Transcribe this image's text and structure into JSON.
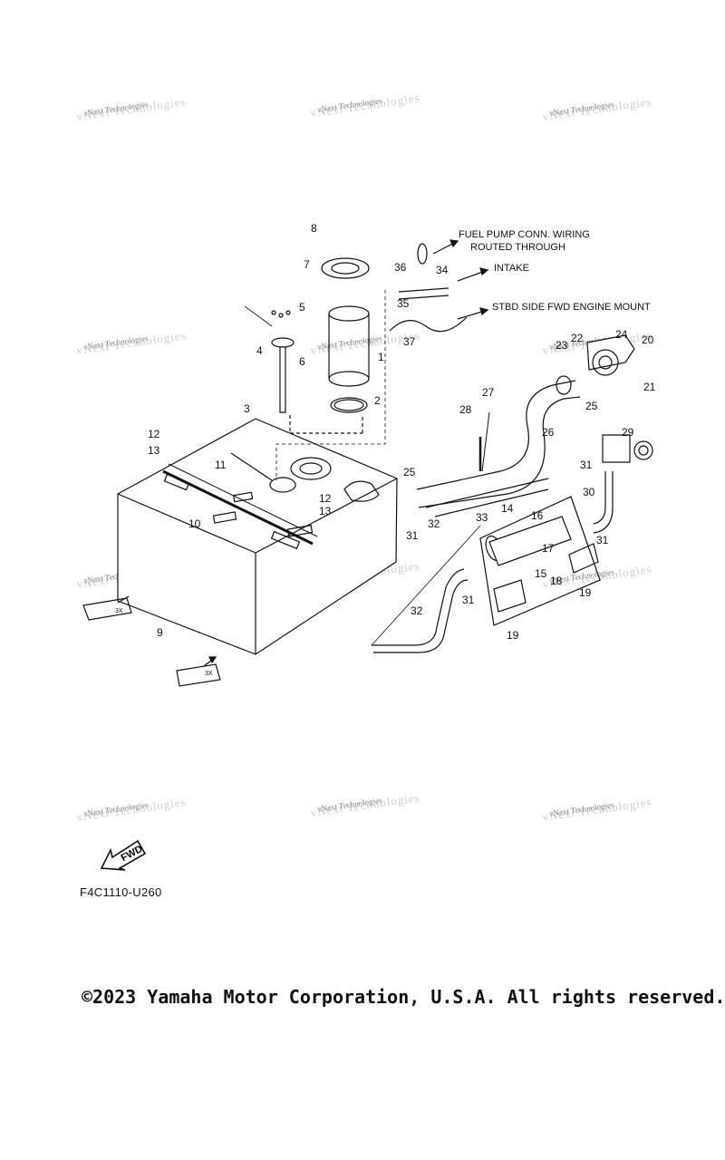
{
  "watermark": "vNext Technologies",
  "annotations": {
    "fuel_pump_wiring_line1": "FUEL PUMP CONN. WIRING",
    "fuel_pump_wiring_line2": "ROUTED THROUGH",
    "intake": "INTAKE",
    "stbd_mount": "STBD SIDE FWD ENGINE MOUNT",
    "qty_3x_a": "3X",
    "qty_3x_b": "3X"
  },
  "fwd_label": "FWD",
  "diagram_code": "F4C1110-U260",
  "copyright": "©2023 Yamaha Motor Corporation, U.S.A. All rights reserved.",
  "callouts": [
    "1",
    "2",
    "3",
    "4",
    "5",
    "6",
    "7",
    "8",
    "9",
    "10",
    "11",
    "12",
    "13",
    "12",
    "13",
    "14",
    "15",
    "16",
    "17",
    "18",
    "19",
    "19",
    "20",
    "21",
    "22",
    "23",
    "24",
    "25",
    "25",
    "26",
    "27",
    "28",
    "29",
    "30",
    "31",
    "31",
    "31",
    "31",
    "32",
    "32",
    "33",
    "34",
    "35",
    "36",
    "37"
  ]
}
